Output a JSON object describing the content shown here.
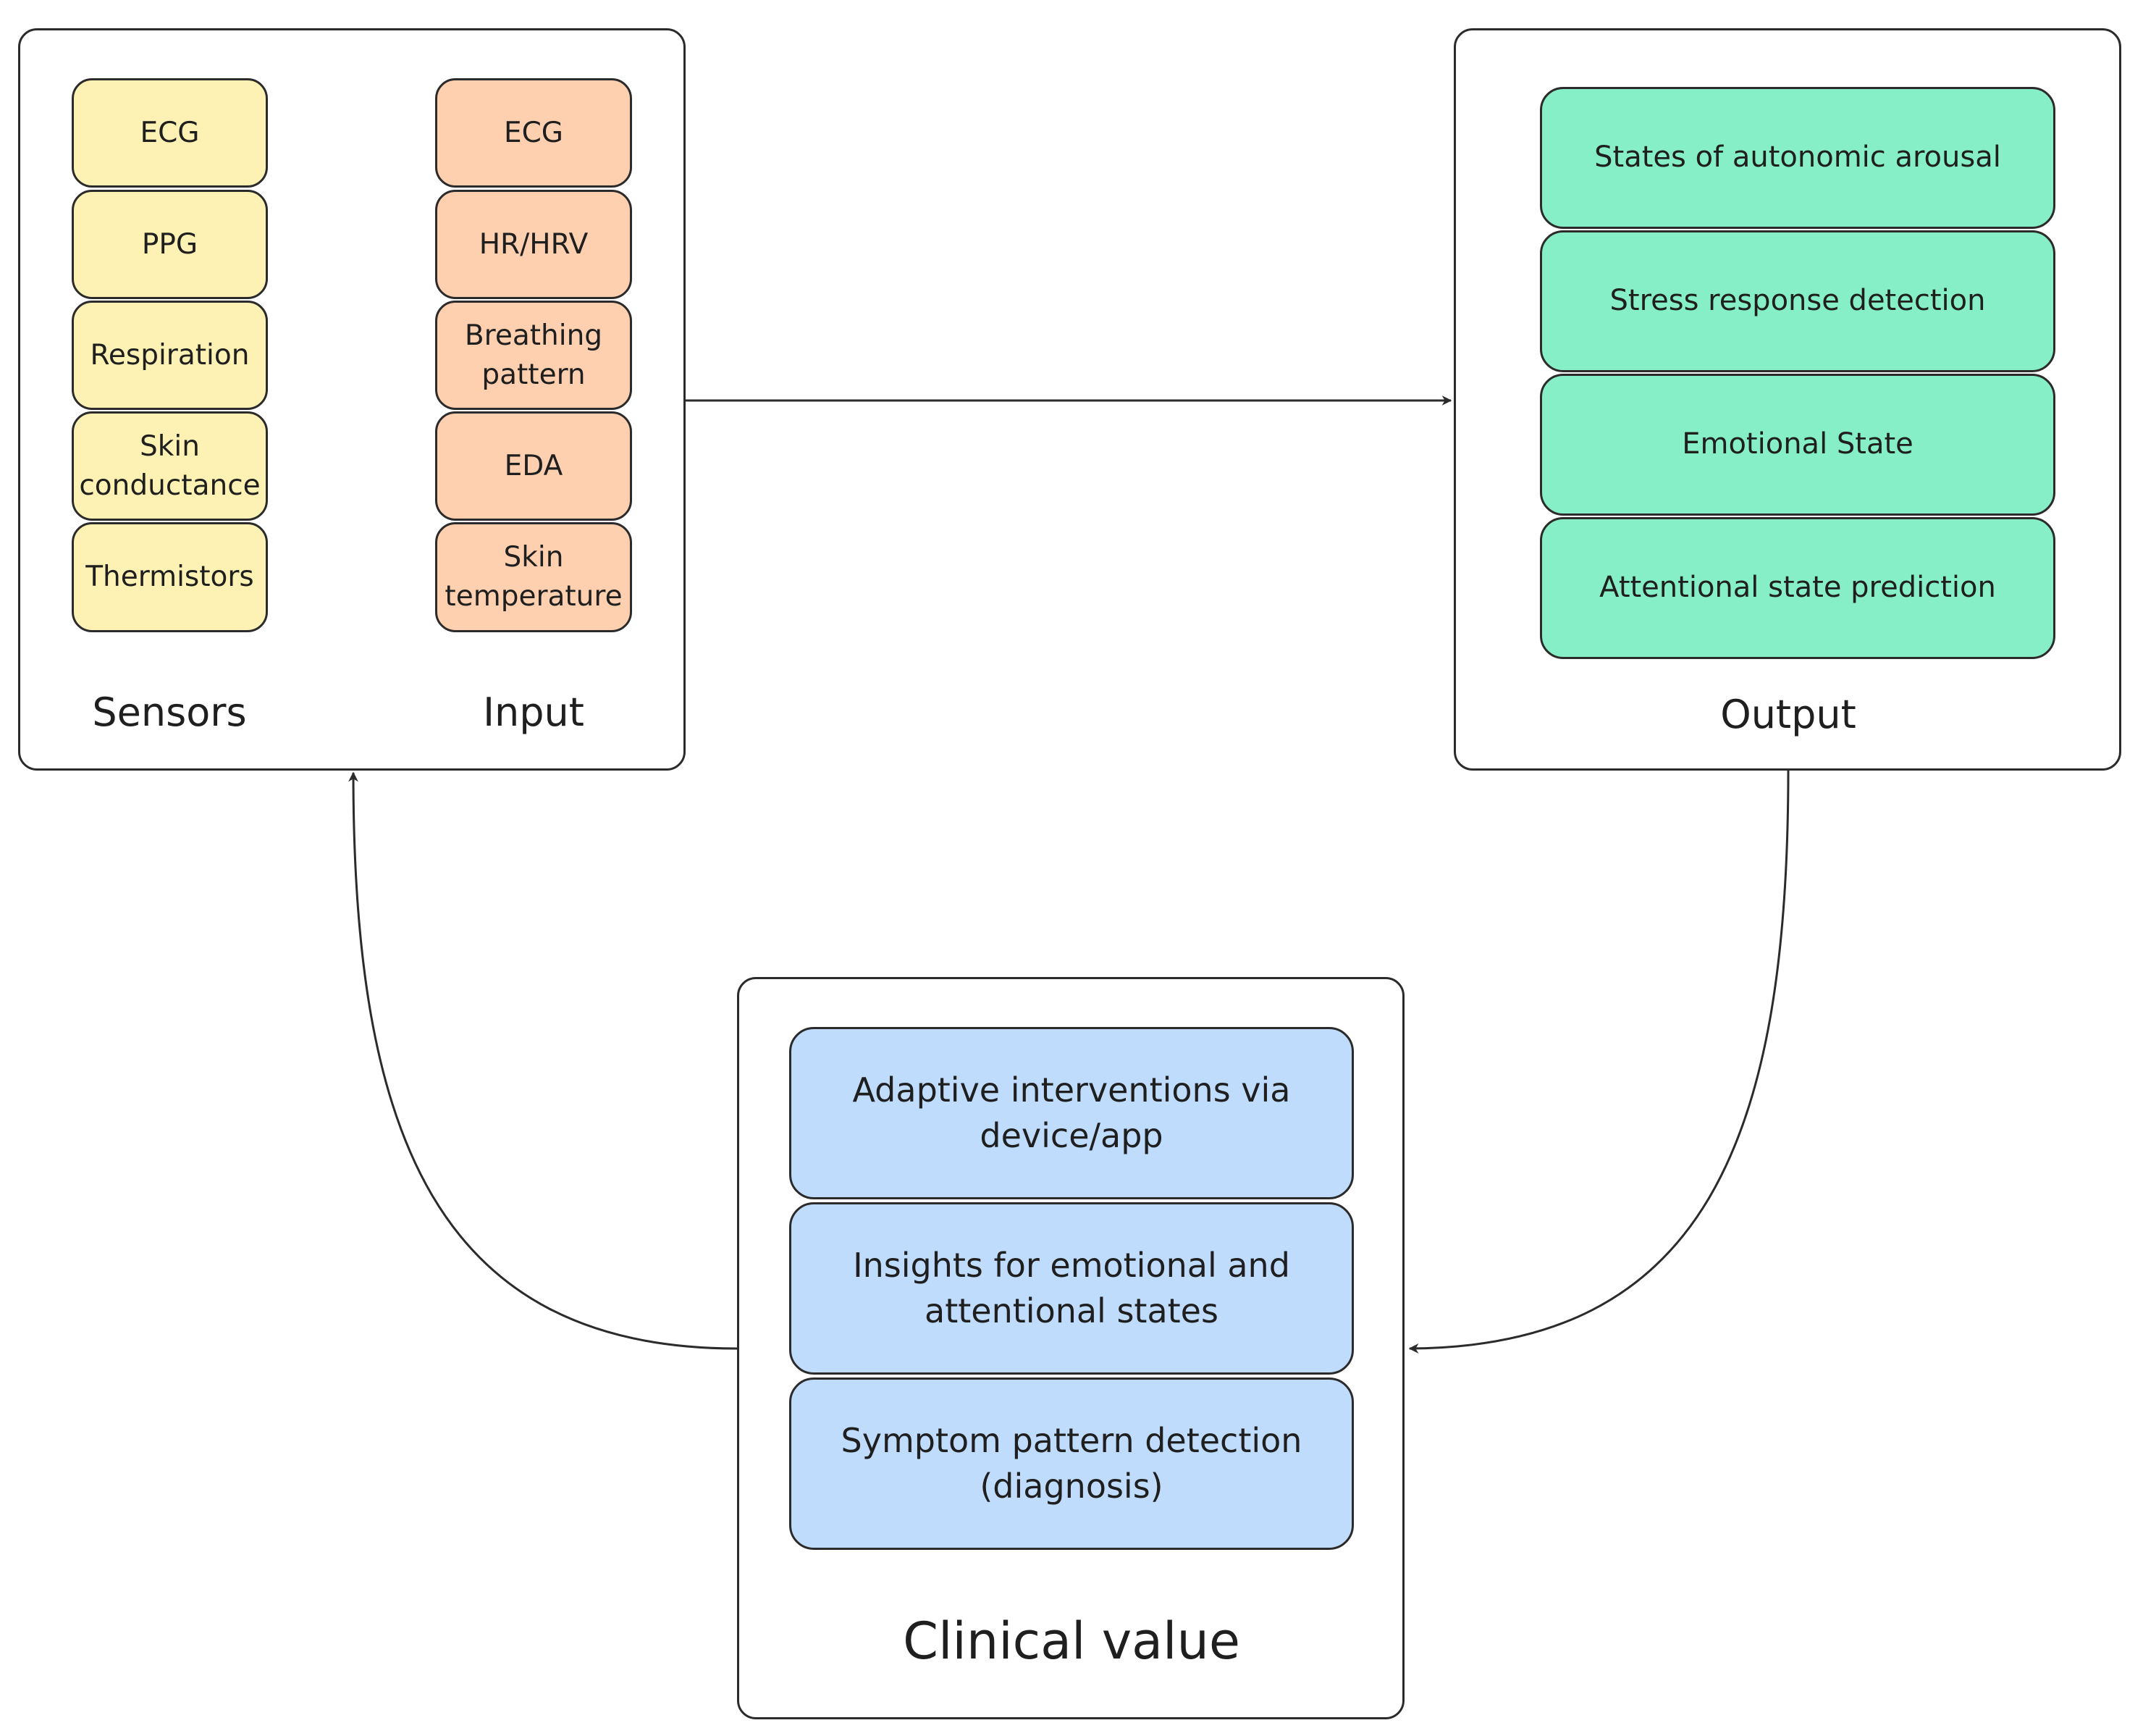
{
  "sensors": {
    "label": "Sensors",
    "items": [
      "ECG",
      "PPG",
      "Respiration",
      "Skin conductance",
      "Thermistors"
    ]
  },
  "input": {
    "label": "Input",
    "items": [
      "ECG",
      "HR/HRV",
      "Breathing pattern",
      "EDA",
      "Skin temperature"
    ]
  },
  "output": {
    "label": "Output",
    "items": [
      "States of autonomic arousal",
      "Stress response detection",
      "Emotional State",
      "Attentional state prediction"
    ]
  },
  "clinical": {
    "label": "Clinical value",
    "items": [
      "Adaptive interventions via device/app",
      "Insights for emotional and attentional states",
      "Symptom pattern detection (diagnosis)"
    ]
  },
  "colors": {
    "sensor_fill": "#fdf2b3",
    "input_fill": "#fed0b0",
    "output_fill": "#86efc7",
    "clinical_fill": "#bfdcfd",
    "stroke": "#2b2b2b"
  }
}
